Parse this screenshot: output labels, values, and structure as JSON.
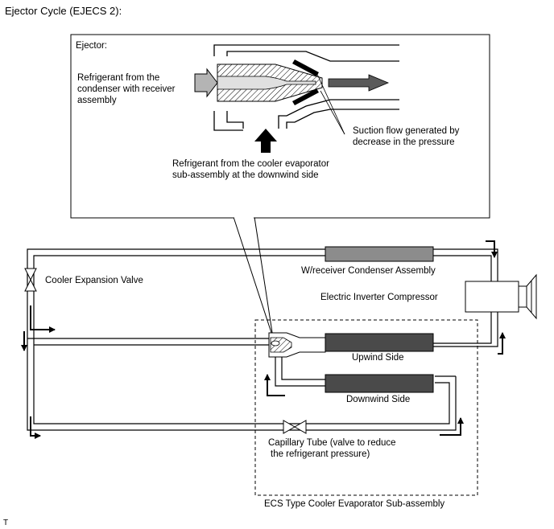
{
  "title": "Ejector Cycle (EJECS 2):",
  "ejector_box": {
    "heading": "Ejector:",
    "inlet_label": [
      "Refrigerant from the",
      "condenser with receiver",
      "assembly"
    ],
    "suction_label": [
      "Suction flow generated by",
      "decrease in the pressure"
    ],
    "evaporator_label": [
      "Refrigerant from the cooler evaporator",
      "sub-assembly at the downwind side"
    ]
  },
  "components": {
    "condenser": "W/receiver Condenser Assembly",
    "expansion_valve": "Cooler Expansion Valve",
    "compressor": "Electric Inverter Compressor",
    "upwind": "Upwind Side",
    "downwind": "Downwind Side",
    "capillary": [
      "Capillary Tube (valve to reduce",
      "the refrigerant pressure)"
    ],
    "evaporator_assembly": "ECS Type Cooler Evaporator Sub-assembly"
  },
  "footer_mark": "T",
  "colors": {
    "condenser_fill": "#8c8c8c",
    "evaporator_fill": "#4a4a4a",
    "inlet_arrow_fill": "#b4b4b4",
    "outlet_arrow_fill": "#5a5a5a"
  }
}
